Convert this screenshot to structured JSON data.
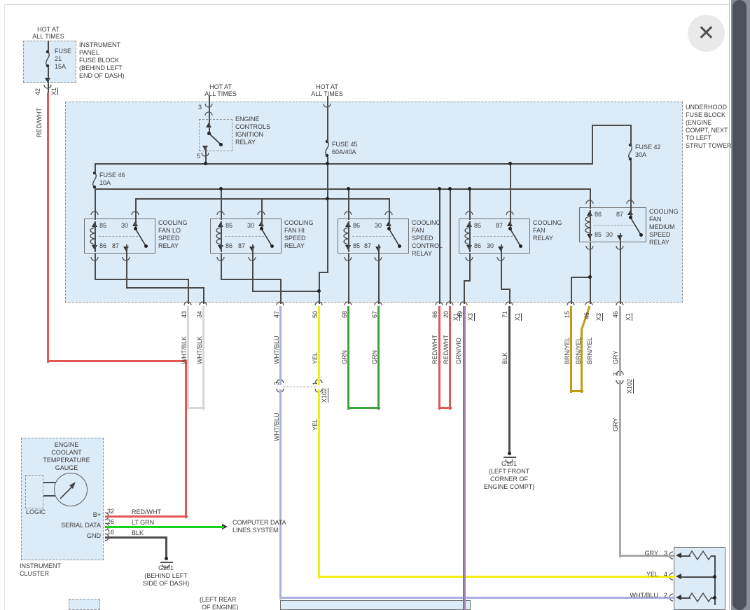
{
  "window": {
    "close_icon_label": "✕"
  },
  "colors": {
    "line": "#4a4a4a",
    "box_fill": "#dcebf8",
    "wire_red": "#e25653",
    "wire_whtblk": "#d6d6d6",
    "wire_whtblu": "#a9b0e0",
    "wire_yel": "#f2ee0f",
    "wire_grn": "#3ca43a",
    "wire_grnvio_main": "#46a33e",
    "wire_grnvio_stripe": "#b37ed0",
    "wire_blk": "#4d4d4d",
    "wire_brnyel": "#c29b0e",
    "wire_gry": "#a8a8a8",
    "wire_ltgrn": "#18d11c"
  },
  "ip_fuse_block": {
    "hot_lines": [
      "HOT AT",
      "ALL TIMES"
    ],
    "fuse_lines": [
      "FUSE",
      "21",
      "15A"
    ],
    "desc_lines": [
      "INSTRUMENT",
      "PANEL",
      "FUSE BLOCK",
      "(BEHIND LEFT",
      "END OF DASH)"
    ],
    "pin": "42",
    "connector": "X1",
    "wire_label": "RED/WHT"
  },
  "underhood_block": {
    "desc_lines": [
      "UNDERHOOD",
      "FUSE BLOCK",
      "(ENGINE",
      "COMPT, NEXT",
      "TO LEFT",
      "STRUT TOWER)"
    ],
    "hot_lines": [
      "HOT AT",
      "ALL TIMES"
    ],
    "ignition_relay": {
      "pin_top": "3",
      "pin_bottom": "5",
      "name_lines": [
        "ENGINE",
        "CONTROLS",
        "IGNITION",
        "RELAY"
      ]
    },
    "fuse46": {
      "name": "FUSE 46",
      "amps": "10A"
    },
    "fuse45": {
      "name": "FUSE 45",
      "amps": "60A/40A"
    },
    "fuse42": {
      "name": "FUSE 42",
      "amps": "30A"
    },
    "relays": [
      {
        "name_lines": [
          "COOLING",
          "FAN LO",
          "SPEED",
          "RELAY"
        ],
        "pin_tl": "85",
        "pin_tr": "30",
        "pin_bl": "86",
        "pin_br": "87"
      },
      {
        "name_lines": [
          "COOLING",
          "FAN HI",
          "SPEED",
          "RELAY"
        ],
        "pin_tl": "85",
        "pin_tr": "30",
        "pin_bl": "86",
        "pin_br": "87"
      },
      {
        "name_lines": [
          "COOLING",
          "FAN",
          "SPEED",
          "CONTROL",
          "RELAY"
        ],
        "pin_tl": "86",
        "pin_tr": "30",
        "pin_bl": "85",
        "pin_br": "87"
      },
      {
        "name_lines": [
          "COOLING",
          "FAN",
          "RELAY"
        ],
        "pin_tl": "85",
        "pin_tr": "87",
        "pin_bl": "86",
        "pin_br": "30"
      },
      {
        "name_lines": [
          "COOLING",
          "FAN",
          "MEDIUM",
          "SPEED",
          "RELAY"
        ],
        "pin_tl": "86",
        "pin_tr": "87",
        "pin_bl": "85",
        "pin_br": "30"
      }
    ]
  },
  "exit_wires": [
    {
      "pin": "43",
      "color_label": "WHT/BLK"
    },
    {
      "pin": "34",
      "color_label": "WHT/BLK"
    },
    {
      "pin": "47",
      "color_label": "WHT/BLU"
    },
    {
      "pin": "50",
      "color_label": "YEL"
    },
    {
      "pin": "68",
      "color_label": "GRN"
    },
    {
      "pin": "67",
      "color_label": "GRN"
    },
    {
      "pin": "66",
      "color_label": "RED/WHT"
    },
    {
      "pin": "20",
      "color_label": "RED/WHT",
      "connector": "X1"
    },
    {
      "pin": "49",
      "color_label": "GRN/VIO",
      "connector": "X3"
    },
    {
      "pin": "71",
      "color_label": "BLK",
      "connector": "X1"
    },
    {
      "pin": "15",
      "color_label": "BRN/YEL"
    },
    {
      "pin": "46",
      "color_label": "BRN/YEL",
      "connector": "X3"
    },
    {
      "pin": "46",
      "color_label": "GRY",
      "connector": "X1"
    }
  ],
  "x102": {
    "name": "X102",
    "pin_whtblu": "3",
    "pin_yel": "1",
    "pin_gry": "2",
    "below_labels": {
      "whtblu": "WHT/BLU",
      "yel": "YEL",
      "gry": "GRY"
    }
  },
  "grounds": {
    "g101": {
      "name": "G101",
      "desc_lines": [
        "(LEFT FRONT",
        "CORNER OF",
        "ENGINE COMPT)"
      ]
    },
    "g201": {
      "name": "G201",
      "desc_lines": [
        "(BEHIND LEFT",
        "SIDE OF DASH)"
      ]
    }
  },
  "instrument_cluster": {
    "gauge_lines": [
      "ENGINE",
      "COOLANT",
      "TEMPERATURE",
      "GAUGE"
    ],
    "logic_label": "LOGIC",
    "label_lines": [
      "INSTRUMENT",
      "CLUSTER"
    ],
    "pins": [
      {
        "name": "B+",
        "num": "32",
        "wire": "RED/WHT"
      },
      {
        "name": "SERIAL DATA",
        "num": "26",
        "wire": "LT GRN"
      },
      {
        "name": "GND",
        "num": "16",
        "wire": "BLK"
      }
    ]
  },
  "computer_data_lines": {
    "lines": [
      "COMPUTER DATA",
      "LINES SYSTEM"
    ]
  },
  "resistor_block": {
    "pins": [
      {
        "wire": "GRY",
        "num": "3"
      },
      {
        "wire": "YEL",
        "num": "4"
      },
      {
        "wire": "WHT/BLU",
        "num": "2"
      }
    ]
  },
  "bottom_partial_label": {
    "lines": [
      "(LEFT REAR",
      "OF ENGINE)"
    ]
  }
}
